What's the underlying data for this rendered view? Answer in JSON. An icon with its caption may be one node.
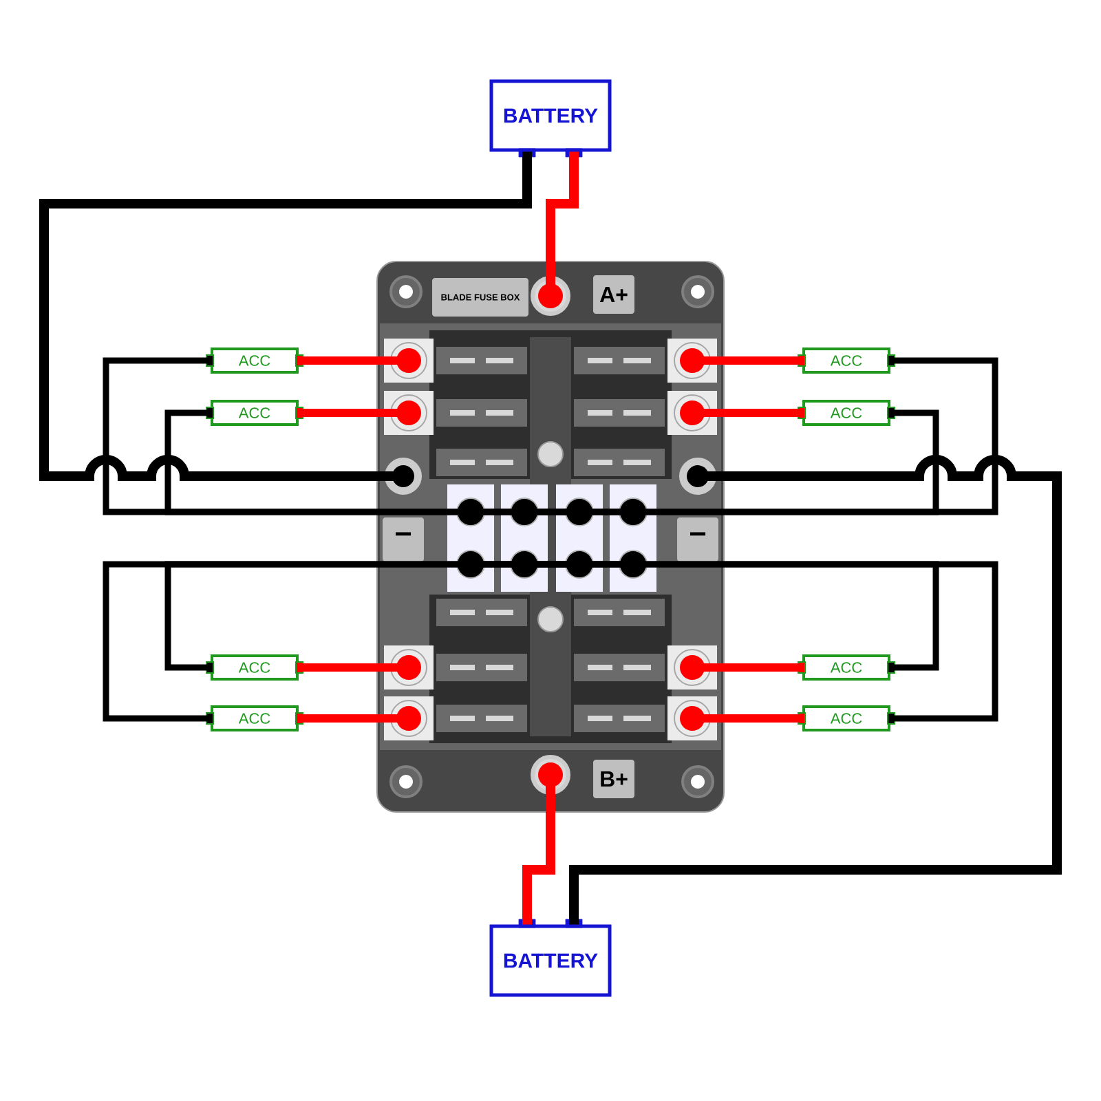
{
  "diagram": {
    "nodes": [
      {
        "text": [
          "BATTERY"
        ]
      },
      {
        "text": [
          "BLADE FUSE BOX",
          "A+",
          "−",
          "−",
          "B+"
        ]
      },
      {
        "text": [
          "ACC"
        ]
      },
      {
        "text": [
          "ACC"
        ]
      },
      {
        "text": [
          "ACC"
        ]
      },
      {
        "text": [
          "ACC"
        ]
      },
      {
        "text": [
          "ACC"
        ]
      },
      {
        "text": [
          "ACC"
        ]
      },
      {
        "text": [
          "ACC"
        ]
      },
      {
        "text": [
          "ACC"
        ]
      },
      {
        "text": [
          "BATTERY"
        ]
      }
    ],
    "edges": [
      {
        "from": 0,
        "to": 1,
        "arrow": "none",
        "color": "#ff0000"
      },
      {
        "from": 0,
        "to": 1,
        "arrow": "none",
        "color": "#000000"
      },
      {
        "from": 10,
        "to": 1,
        "arrow": "none",
        "color": "#ff0000"
      },
      {
        "from": 10,
        "to": 1,
        "arrow": "none",
        "color": "#000000"
      },
      {
        "from": 2,
        "to": 1,
        "arrow": "none",
        "color": "#ff0000"
      },
      {
        "from": 3,
        "to": 1,
        "arrow": "none",
        "color": "#ff0000"
      },
      {
        "from": 4,
        "to": 1,
        "arrow": "none",
        "color": "#ff0000"
      },
      {
        "from": 5,
        "to": 1,
        "arrow": "none",
        "color": "#ff0000"
      },
      {
        "from": 6,
        "to": 1,
        "arrow": "none",
        "color": "#ff0000"
      },
      {
        "from": 7,
        "to": 1,
        "arrow": "none",
        "color": "#ff0000"
      },
      {
        "from": 8,
        "to": 1,
        "arrow": "none",
        "color": "#ff0000"
      },
      {
        "from": 9,
        "to": 1,
        "arrow": "none",
        "color": "#ff0000"
      },
      {
        "from": 2,
        "to": 1,
        "arrow": "none",
        "color": "#000000"
      },
      {
        "from": 3,
        "to": 1,
        "arrow": "none",
        "color": "#000000"
      },
      {
        "from": 4,
        "to": 1,
        "arrow": "none",
        "color": "#000000"
      },
      {
        "from": 5,
        "to": 1,
        "arrow": "none",
        "color": "#000000"
      },
      {
        "from": 6,
        "to": 1,
        "arrow": "none",
        "color": "#000000"
      },
      {
        "from": 7,
        "to": 1,
        "arrow": "none",
        "color": "#000000"
      },
      {
        "from": 8,
        "to": 1,
        "arrow": "none",
        "color": "#000000"
      },
      {
        "from": 9,
        "to": 1,
        "arrow": "none",
        "color": "#000000"
      }
    ]
  }
}
